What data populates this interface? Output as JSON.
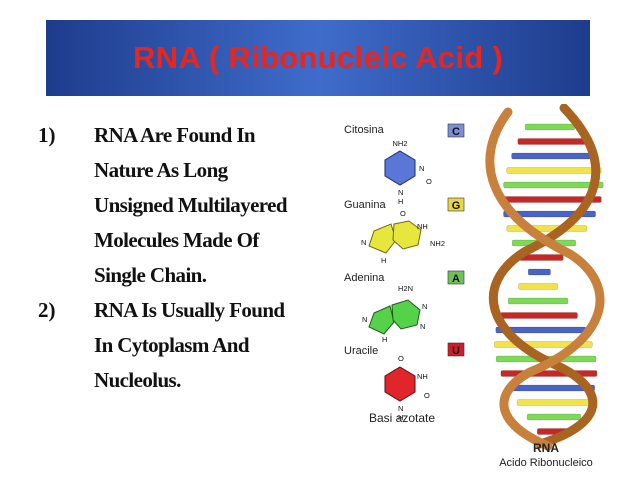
{
  "slide": {
    "title": "RNA ( Ribonucleic Acid )",
    "points": [
      {
        "number": "1)",
        "lines": [
          "RNA Are Found In",
          "Nature As Long",
          "Unsigned Multilayered",
          "Molecules Made Of",
          "Single Chain."
        ]
      },
      {
        "number": "2)",
        "lines": [
          "RNA Is Usually Found",
          "In Cytoplasm And",
          "Nucleolus."
        ]
      }
    ]
  },
  "bases_figure": {
    "caption": "Basi azotate",
    "bases": [
      {
        "name": "Citosina",
        "letter": "C",
        "color": "#7d8fd4",
        "ring_color": "#5a77d8",
        "group": "NH2"
      },
      {
        "name": "Guanina",
        "letter": "G",
        "color": "#e8d64a",
        "ring_color": "#e6e63c",
        "group": "NH2"
      },
      {
        "name": "Adenina",
        "letter": "A",
        "color": "#6fc15a",
        "ring_color": "#55d24a",
        "group": "H2N"
      },
      {
        "name": "Uracile",
        "letter": "U",
        "color": "#d21c2a",
        "ring_color": "#e0262a",
        "group": ""
      }
    ],
    "atom_labels": {
      "n": "N",
      "h": "H",
      "nh": "NH",
      "o": "O"
    }
  },
  "helix_figure": {
    "label": "RNA",
    "sublabel": "Acido Ribonucleico",
    "backbone_color": "#c8813d",
    "rung_colors": [
      "#7ed957",
      "#c62828",
      "#4a63c8",
      "#f2e34c"
    ]
  }
}
